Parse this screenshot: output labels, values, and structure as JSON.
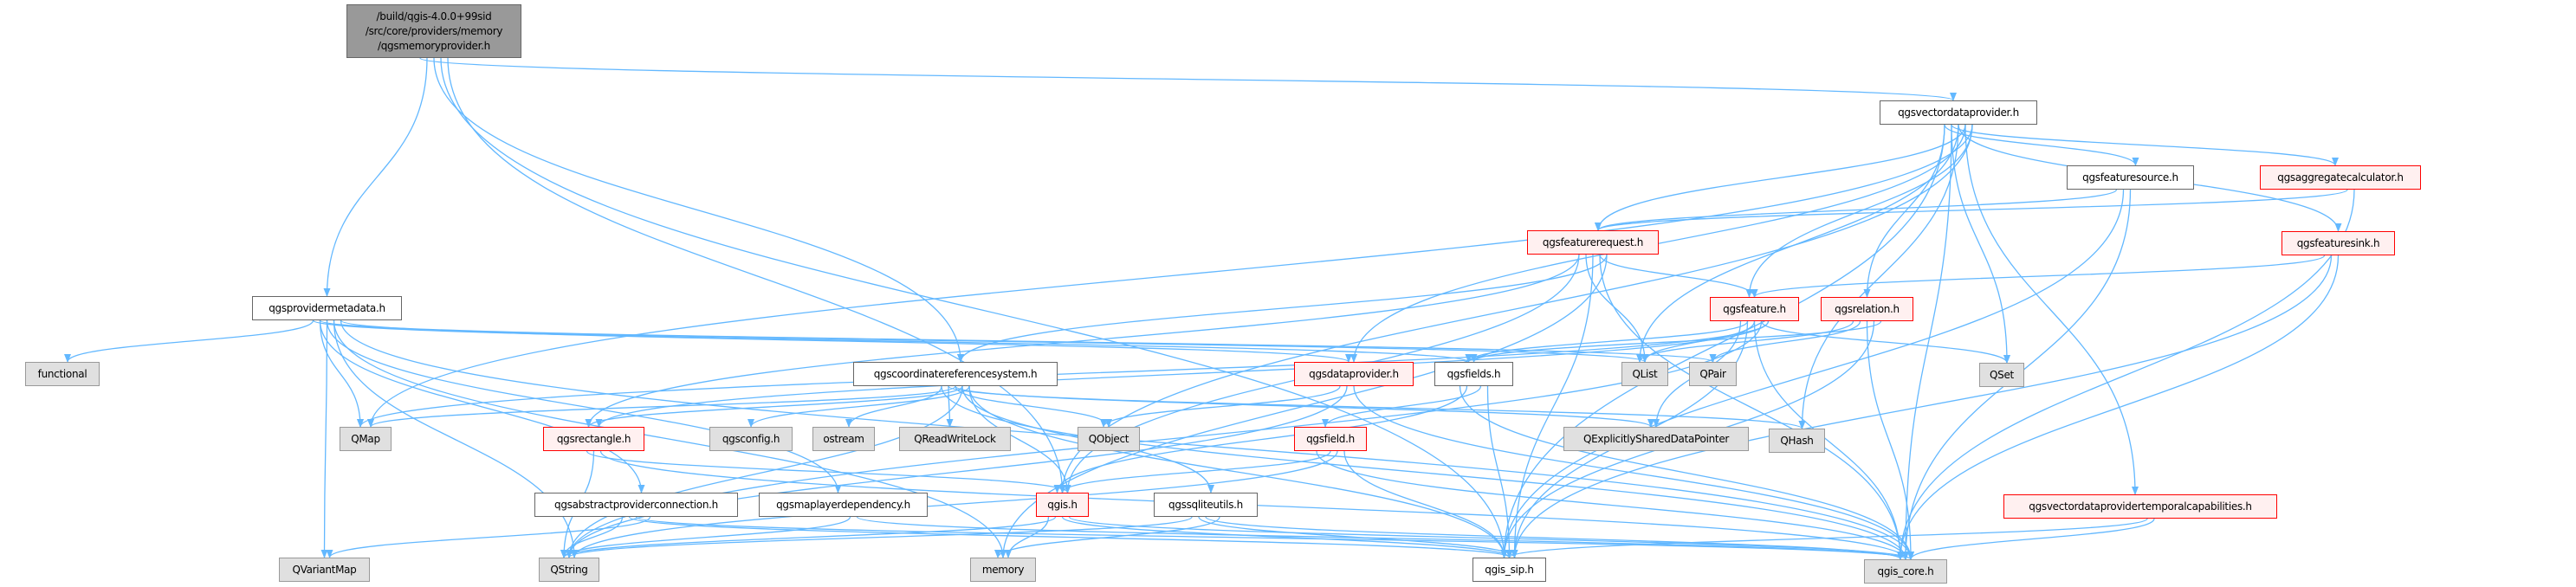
{
  "colors": {
    "edge": "#63b8ff",
    "truncated_border": "#ff0000",
    "root_fill": "#999999",
    "system_fill": "#e0e0e0"
  },
  "root": {
    "lines": [
      "/build/qgis-4.0.0+99sid",
      "/src/core/providers/memory",
      "/qgsmemoryprovider.h"
    ]
  },
  "nodes": {
    "vectordataprovider": {
      "label": "qgsvectordataprovider.h"
    },
    "featuresource": {
      "label": "qgsfeaturesource.h"
    },
    "aggregatecalculator": {
      "label": "qgsaggregatecalculator.h"
    },
    "featuresink": {
      "label": "qgsfeaturesink.h"
    },
    "featurerequest": {
      "label": "qgsfeaturerequest.h"
    },
    "providermetadata": {
      "label": "qgsprovidermetadata.h"
    },
    "feature": {
      "label": "qgsfeature.h"
    },
    "relation": {
      "label": "qgsrelation.h"
    },
    "functional": {
      "label": "functional"
    },
    "crs": {
      "label": "qgscoordinatereferencesystem.h"
    },
    "dataprovider": {
      "label": "qgsdataprovider.h"
    },
    "fields": {
      "label": "qgsfields.h"
    },
    "qlist": {
      "label": "QList"
    },
    "qpair": {
      "label": "QPair"
    },
    "qset": {
      "label": "QSet"
    },
    "qmap": {
      "label": "QMap"
    },
    "rectangle": {
      "label": "qgsrectangle.h"
    },
    "config": {
      "label": "qgsconfig.h"
    },
    "ostream": {
      "label": "ostream"
    },
    "qreadwritelock": {
      "label": "QReadWriteLock"
    },
    "qobject": {
      "label": "QObject"
    },
    "field": {
      "label": "qgsfield.h"
    },
    "qesdp": {
      "label": "QExplicitlySharedDataPointer"
    },
    "qhash": {
      "label": "QHash"
    },
    "abstractconn": {
      "label": "qgsabstractproviderconnection.h"
    },
    "maplayerdep": {
      "label": "qgsmaplayerdependency.h"
    },
    "qgis": {
      "label": "qgis.h"
    },
    "sqliteutils": {
      "label": "qgssqliteutils.h"
    },
    "temporalcaps": {
      "label": "qgsvectordataprovidertemporalcapabilities.h"
    },
    "qvariantmap": {
      "label": "QVariantMap"
    },
    "qstring": {
      "label": "QString"
    },
    "memory": {
      "label": "memory"
    },
    "qgis_sip": {
      "label": "qgis_sip.h"
    },
    "qgis_core": {
      "label": "qgis_core.h"
    }
  },
  "edges": [
    [
      "root",
      "vectordataprovider"
    ],
    [
      "root",
      "providermetadata"
    ],
    [
      "root",
      "crs"
    ],
    [
      "root",
      "qgis_sip"
    ],
    [
      "root",
      "qgis"
    ],
    [
      "vectordataprovider",
      "featuresource"
    ],
    [
      "vectordataprovider",
      "aggregatecalculator"
    ],
    [
      "vectordataprovider",
      "featuresink"
    ],
    [
      "vectordataprovider",
      "featurerequest"
    ],
    [
      "vectordataprovider",
      "feature"
    ],
    [
      "vectordataprovider",
      "relation"
    ],
    [
      "vectordataprovider",
      "qset"
    ],
    [
      "vectordataprovider",
      "qlist"
    ],
    [
      "vectordataprovider",
      "dataprovider"
    ],
    [
      "vectordataprovider",
      "qmap"
    ],
    [
      "vectordataprovider",
      "qgis_sip"
    ],
    [
      "vectordataprovider",
      "qgis_core"
    ],
    [
      "vectordataprovider",
      "qhash"
    ],
    [
      "vectordataprovider",
      "temporalcaps"
    ],
    [
      "vectordataprovider",
      "qgis"
    ],
    [
      "featuresource",
      "featurerequest"
    ],
    [
      "featuresource",
      "qgis_sip"
    ],
    [
      "featuresource",
      "qgis_core"
    ],
    [
      "aggregatecalculator",
      "featurerequest"
    ],
    [
      "aggregatecalculator",
      "qgis_core"
    ],
    [
      "featuresink",
      "feature"
    ],
    [
      "featuresink",
      "qgis_sip"
    ],
    [
      "featuresink",
      "qgis_core"
    ],
    [
      "featurerequest",
      "feature"
    ],
    [
      "featurerequest",
      "crs"
    ],
    [
      "featurerequest",
      "rectangle"
    ],
    [
      "featurerequest",
      "qlist"
    ],
    [
      "featurerequest",
      "qgis_sip"
    ],
    [
      "featurerequest",
      "qgis_core"
    ],
    [
      "featurerequest",
      "memory"
    ],
    [
      "featurerequest",
      "qgis"
    ],
    [
      "feature",
      "fields"
    ],
    [
      "feature",
      "qlist"
    ],
    [
      "feature",
      "qset"
    ],
    [
      "feature",
      "qmap"
    ],
    [
      "feature",
      "qesdp"
    ],
    [
      "feature",
      "qgis_sip"
    ],
    [
      "feature",
      "qgis_core"
    ],
    [
      "feature",
      "qstring"
    ],
    [
      "feature",
      "rectangle"
    ],
    [
      "relation",
      "qlist"
    ],
    [
      "relation",
      "qpair"
    ],
    [
      "relation",
      "qgis_core"
    ],
    [
      "relation",
      "qgis_sip"
    ],
    [
      "relation",
      "fields"
    ],
    [
      "providermetadata",
      "functional"
    ],
    [
      "providermetadata",
      "qmap"
    ],
    [
      "providermetadata",
      "qvariantmap"
    ],
    [
      "providermetadata",
      "qstring"
    ],
    [
      "providermetadata",
      "dataprovider"
    ],
    [
      "providermetadata",
      "qlist"
    ],
    [
      "providermetadata",
      "abstractconn"
    ],
    [
      "providermetadata",
      "maplayerdep"
    ],
    [
      "providermetadata",
      "memory"
    ],
    [
      "providermetadata",
      "qgis_core"
    ],
    [
      "providermetadata",
      "fields"
    ],
    [
      "providermetadata",
      "qpair"
    ],
    [
      "crs",
      "qmap"
    ],
    [
      "crs",
      "rectangle"
    ],
    [
      "crs",
      "config"
    ],
    [
      "crs",
      "ostream"
    ],
    [
      "crs",
      "qreadwritelock"
    ],
    [
      "crs",
      "qobject"
    ],
    [
      "crs",
      "sqliteutils"
    ],
    [
      "crs",
      "qgis_sip"
    ],
    [
      "crs",
      "qgis_core"
    ],
    [
      "crs",
      "qhash"
    ],
    [
      "crs",
      "qesdp"
    ],
    [
      "crs",
      "qstring"
    ],
    [
      "crs",
      "qgis"
    ],
    [
      "dataprovider",
      "qobject"
    ],
    [
      "dataprovider",
      "qstring"
    ],
    [
      "dataprovider",
      "qgis_core"
    ],
    [
      "fields",
      "field"
    ],
    [
      "fields",
      "qgis_sip"
    ],
    [
      "fields",
      "qgis_core"
    ],
    [
      "fields",
      "qgis"
    ],
    [
      "field",
      "qgis"
    ],
    [
      "field",
      "qstring"
    ],
    [
      "field",
      "qgis_sip"
    ],
    [
      "field",
      "qgis_core"
    ],
    [
      "rectangle",
      "qgis"
    ],
    [
      "rectangle",
      "qstring"
    ],
    [
      "rectangle",
      "qgis_core"
    ],
    [
      "abstractconn",
      "qvariantmap"
    ],
    [
      "abstractconn",
      "qstring"
    ],
    [
      "abstractconn",
      "qgis_sip"
    ],
    [
      "abstractconn",
      "qgis_core"
    ],
    [
      "maplayerdep",
      "qstring"
    ],
    [
      "maplayerdep",
      "qgis_core"
    ],
    [
      "qgis",
      "memory"
    ],
    [
      "qgis",
      "qstring"
    ],
    [
      "qgis",
      "qgis_sip"
    ],
    [
      "qgis",
      "qgis_core"
    ],
    [
      "sqliteutils",
      "memory"
    ],
    [
      "sqliteutils",
      "qstring"
    ],
    [
      "sqliteutils",
      "qgis_sip"
    ],
    [
      "sqliteutils",
      "qgis_core"
    ],
    [
      "temporalcaps",
      "qgis_sip"
    ],
    [
      "temporalcaps",
      "qgis_core"
    ]
  ]
}
